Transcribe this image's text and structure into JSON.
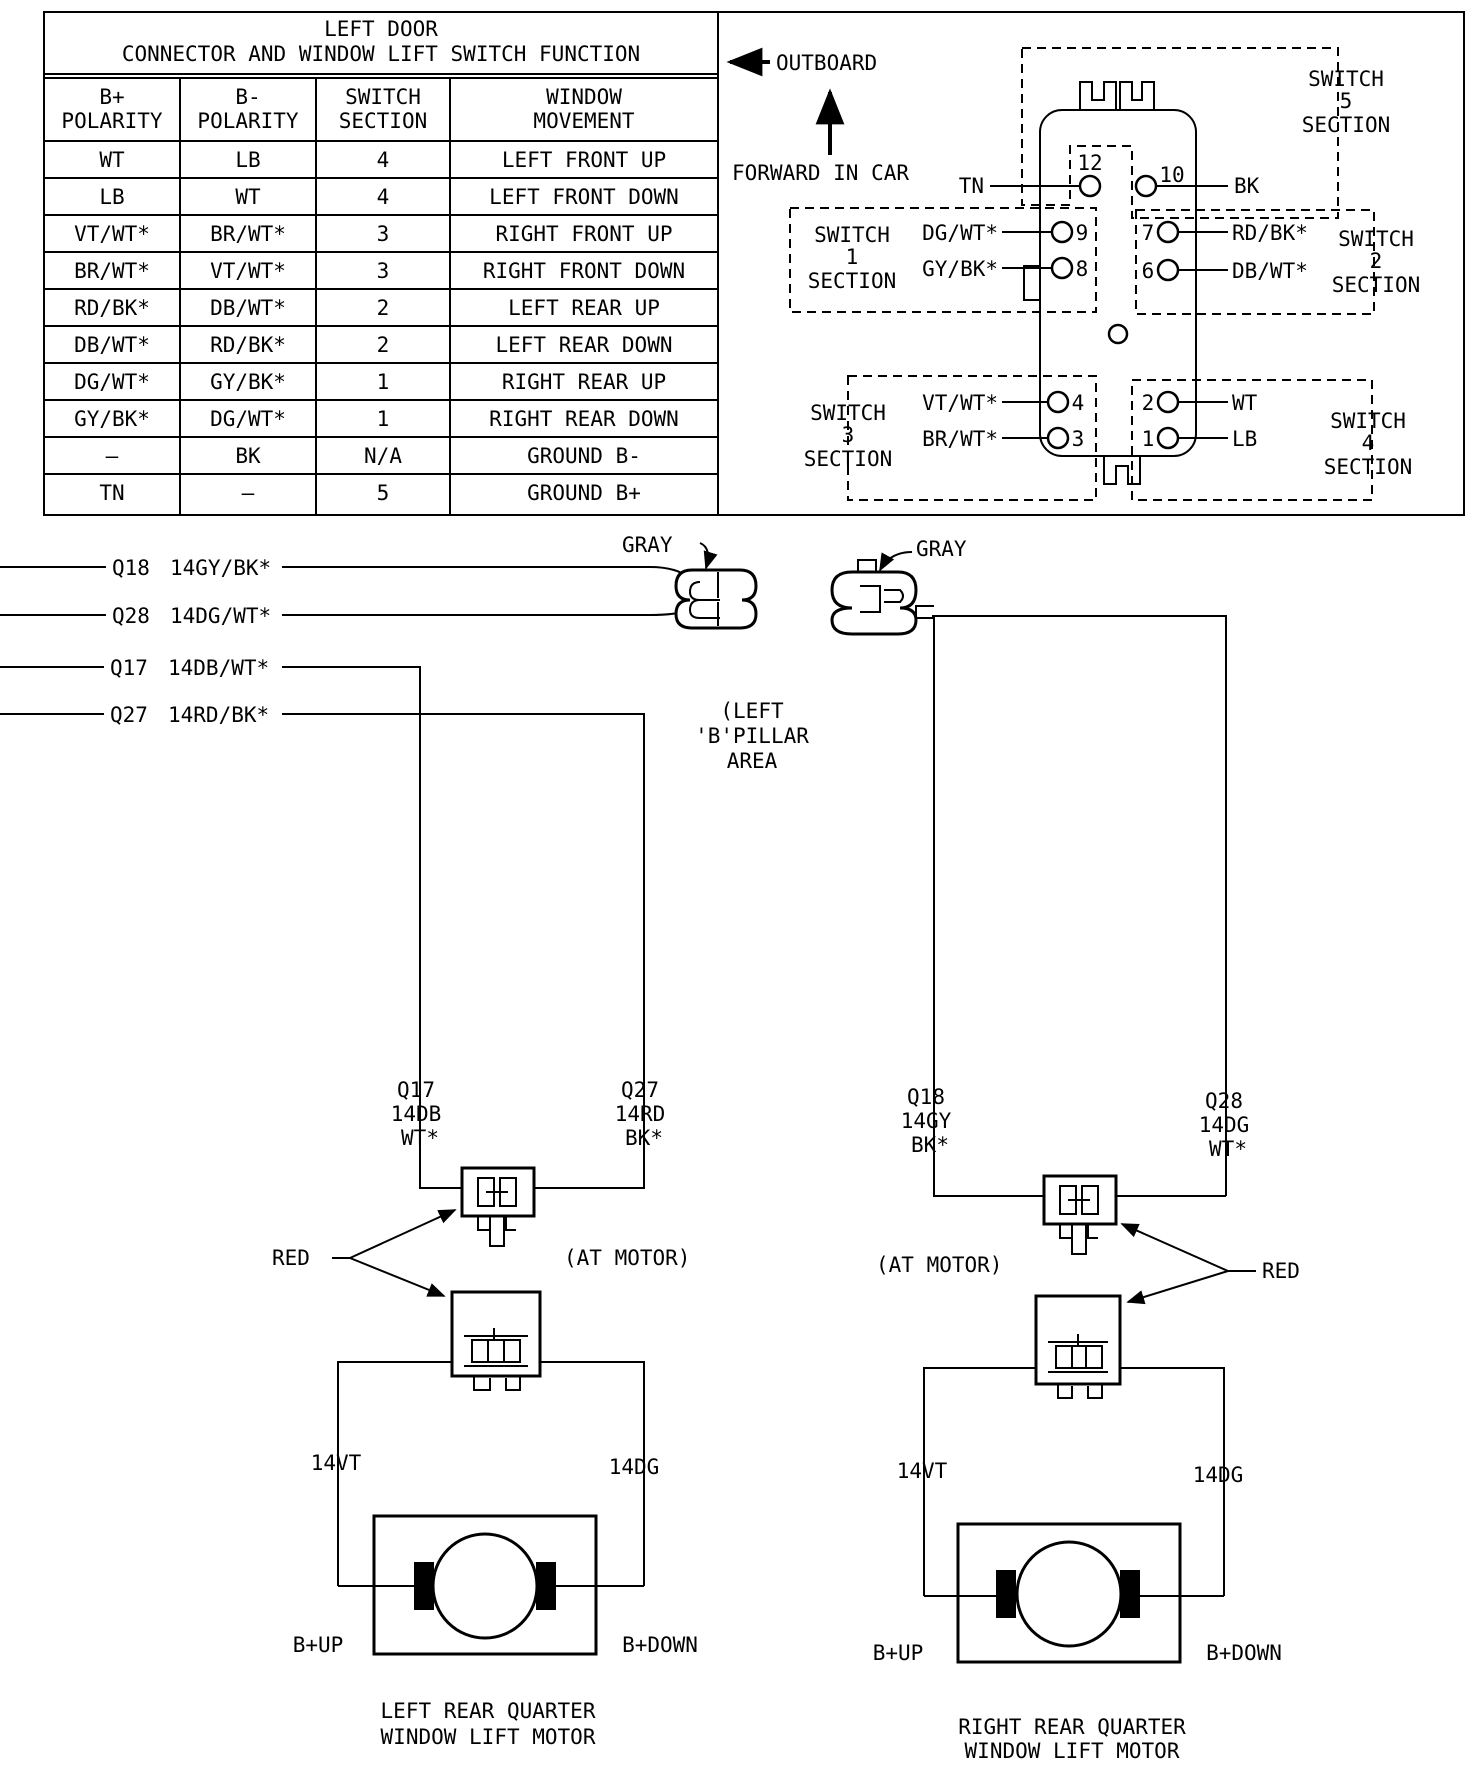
{
  "table": {
    "title_line1": "LEFT DOOR",
    "title_line2": "CONNECTOR AND WINDOW LIFT SWITCH FUNCTION",
    "headers": [
      {
        "line1": "B+",
        "line2": "POLARITY"
      },
      {
        "line1": "B-",
        "line2": "POLARITY"
      },
      {
        "line1": "SWITCH",
        "line2": "SECTION"
      },
      {
        "line1": "WINDOW",
        "line2": "MOVEMENT"
      }
    ],
    "rows": [
      [
        "WT",
        "LB",
        "4",
        "LEFT FRONT UP"
      ],
      [
        "LB",
        "WT",
        "4",
        "LEFT FRONT DOWN"
      ],
      [
        "VT/WT*",
        "BR/WT*",
        "3",
        "RIGHT FRONT UP"
      ],
      [
        "BR/WT*",
        "VT/WT*",
        "3",
        "RIGHT FRONT DOWN"
      ],
      [
        "RD/BK*",
        "DB/WT*",
        "2",
        "LEFT REAR UP"
      ],
      [
        "DB/WT*",
        "RD/BK*",
        "2",
        "LEFT REAR DOWN"
      ],
      [
        "DG/WT*",
        "GY/BK*",
        "1",
        "RIGHT REAR UP"
      ],
      [
        "GY/BK*",
        "DG/WT*",
        "1",
        "RIGHT REAR DOWN"
      ],
      [
        "—",
        "BK",
        "N/A",
        "GROUND B-"
      ],
      [
        "TN",
        "—",
        "5",
        "GROUND B+"
      ]
    ]
  },
  "connector_view": {
    "outboard": "OUTBOARD",
    "forward": "FORWARD IN CAR",
    "pins": [
      {
        "num": "12",
        "wire": "TN"
      },
      {
        "num": "10",
        "wire": "BK"
      },
      {
        "num": "9",
        "wire": "DG/WT*"
      },
      {
        "num": "8",
        "wire": "GY/BK*"
      },
      {
        "num": "7",
        "wire": "RD/BK*"
      },
      {
        "num": "6",
        "wire": "DB/WT*"
      },
      {
        "num": "4",
        "wire": "VT/WT*"
      },
      {
        "num": "3",
        "wire": "BR/WT*"
      },
      {
        "num": "2",
        "wire": "WT"
      },
      {
        "num": "1",
        "wire": "LB"
      }
    ],
    "sections": [
      {
        "line1": "SWITCH",
        "line2": "5",
        "line3": "SECTION"
      },
      {
        "line1": "SWITCH",
        "line2": "1",
        "line3": "SECTION"
      },
      {
        "line1": "SWITCH",
        "line2": "2",
        "line3": "SECTION"
      },
      {
        "line1": "SWITCH",
        "line2": "3",
        "line3": "SECTION"
      },
      {
        "line1": "SWITCH",
        "line2": "4",
        "line3": "SECTION"
      }
    ]
  },
  "circuits": [
    {
      "id": "Q18",
      "gauge_color": "14GY/BK*"
    },
    {
      "id": "Q28",
      "gauge_color": "14DG/WT*"
    },
    {
      "id": "Q17",
      "gauge_color": "14DB/WT*"
    },
    {
      "id": "Q27",
      "gauge_color": "14RD/BK*"
    }
  ],
  "pillar": {
    "gray_left": "GRAY",
    "gray_right": "GRAY",
    "area_line1": "(LEFT",
    "area_line2": "'B'PILLAR",
    "area_line3": "AREA"
  },
  "left_motor": {
    "wire_a": {
      "line1": "Q17",
      "line2": "14DB",
      "line3": "WT*"
    },
    "wire_b": {
      "line1": "Q27",
      "line2": "14RD",
      "line3": "BK*"
    },
    "red": "RED",
    "at_motor": "(AT MOTOR)",
    "lead_a": "14VT",
    "lead_b": "14DG",
    "up": "B+UP",
    "down": "B+DOWN",
    "name_line1": "LEFT REAR QUARTER",
    "name_line2": "WINDOW LIFT MOTOR"
  },
  "right_motor": {
    "wire_a": {
      "line1": "Q18",
      "line2": "14GY",
      "line3": "BK*"
    },
    "wire_b": {
      "line1": "Q28",
      "line2": "14DG",
      "line3": "WT*"
    },
    "red": "RED",
    "at_motor": "(AT MOTOR)",
    "lead_a": "14VT",
    "lead_b": "14DG",
    "up": "B+UP",
    "down": "B+DOWN",
    "name_line1": "RIGHT REAR QUARTER",
    "name_line2": "WINDOW LIFT MOTOR"
  }
}
